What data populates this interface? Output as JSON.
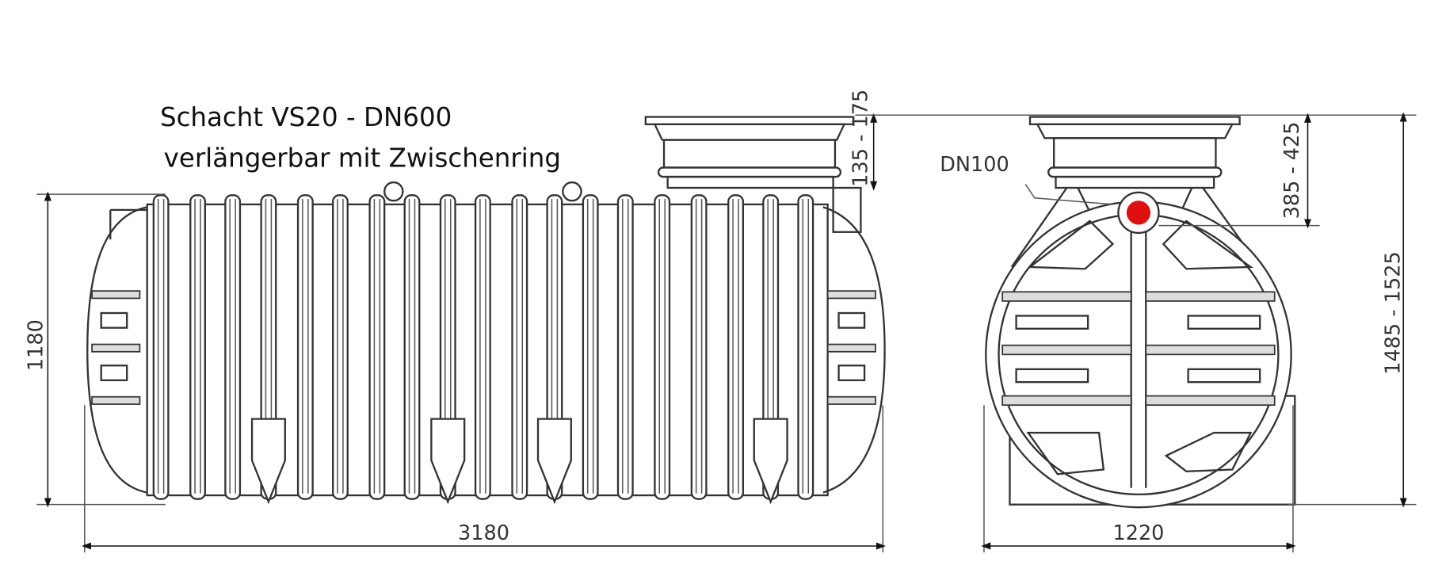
{
  "title": {
    "line1": "Schacht VS20 - DN600",
    "line2": "verlängerbar mit Zwischenring"
  },
  "dimensions": {
    "shaft_height": "135 - 175",
    "tank_height": "1180",
    "tank_length": "3180",
    "inlet_label": "DN100",
    "inlet_depth": "385 - 425",
    "total_height": "1485 - 1525",
    "tank_width": "1220"
  },
  "colors": {
    "inlet_marker": "#e01010",
    "lines": "#333333"
  }
}
